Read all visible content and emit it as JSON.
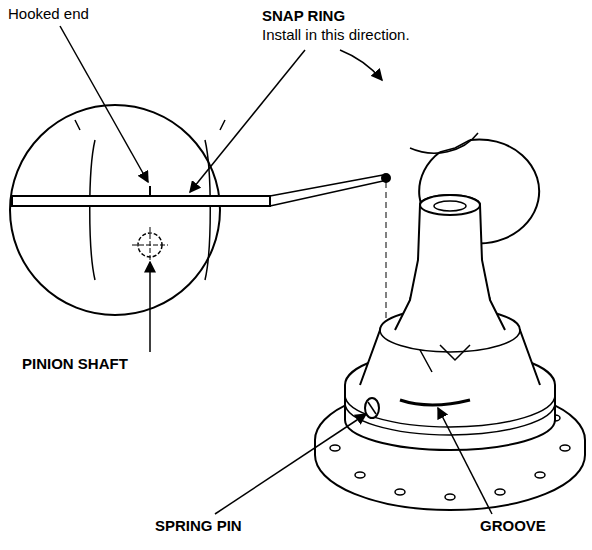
{
  "diagram": {
    "labels": [
      "SNAP RING",
      "Install in this direction.",
      "Hooked end",
      "PINION SHAFT",
      "SPRING PIN",
      "GROOVE"
    ]
  }
}
